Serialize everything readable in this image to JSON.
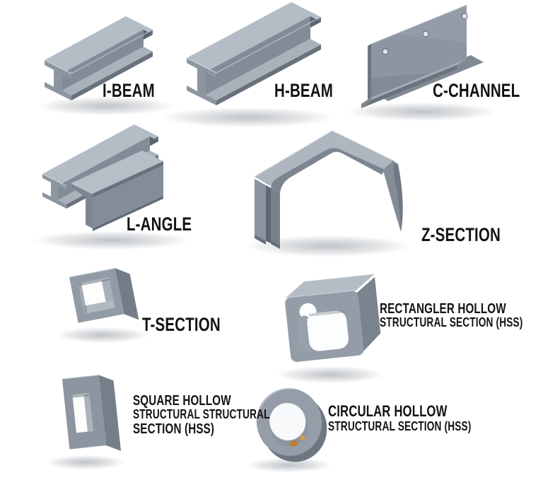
{
  "figure": {
    "type": "infographic",
    "topic": "Structural steel section types"
  },
  "palette": {
    "background": "#ffffff",
    "steel_light": "#b4bcc6",
    "steel_mid": "#8d96a0",
    "steel_dark": "#6e7781",
    "label_text": "#131313",
    "rust": "#c07b35"
  },
  "sections": [
    {
      "id": "i-beam",
      "label": "I-BEAM"
    },
    {
      "id": "h-beam",
      "label": "H-BEAM"
    },
    {
      "id": "c-channel",
      "label": "C-CHANNEL"
    },
    {
      "id": "l-angle",
      "label": "L-ANGLE"
    },
    {
      "id": "z-section",
      "label": "Z-SECTION"
    },
    {
      "id": "t-section",
      "label": "T-SECTION"
    },
    {
      "id": "rectangular-hss",
      "label_lines": [
        "RECTANGLER HOLLOW",
        "STRUCTURAL SECTION (HSS)"
      ]
    },
    {
      "id": "square-hss",
      "label_lines": [
        "SQUARE HOLLOW",
        "STRUCTURAL STRUCTURAL",
        "SECTION (HSS)"
      ]
    },
    {
      "id": "circular-hss",
      "label_lines": [
        "CIRCULAR HOLLOW",
        "STRUCTURAL SECTION (HSS)"
      ]
    }
  ]
}
